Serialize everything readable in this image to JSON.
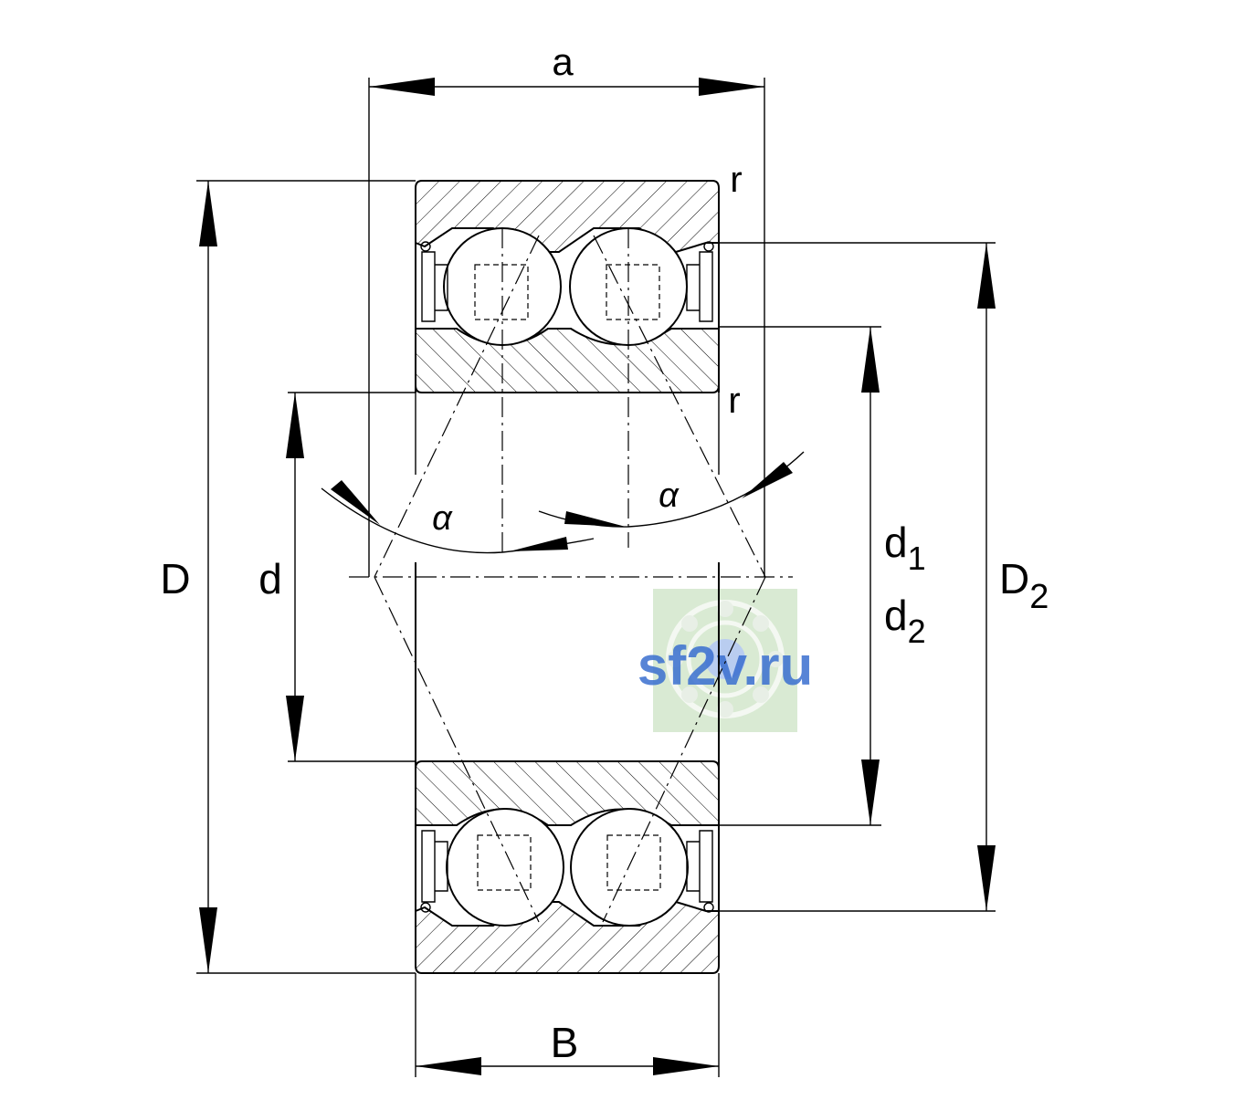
{
  "diagram": {
    "labels": {
      "a": "a",
      "r_top": "r",
      "r_mid": "r",
      "alpha_left": "α",
      "alpha_right": "α",
      "D": "D",
      "d": "d",
      "d1_main": "d",
      "d1_sub": "1",
      "d2_main": "d",
      "d2_sub": "2",
      "D2_main": "D",
      "D2_sub": "2",
      "B": "B"
    },
    "watermark": {
      "text": "sf2v.ru",
      "color": "#3a6fd0",
      "bg_color": "#d9ead3"
    },
    "colors": {
      "line": "#000000",
      "background": "#ffffff"
    }
  }
}
